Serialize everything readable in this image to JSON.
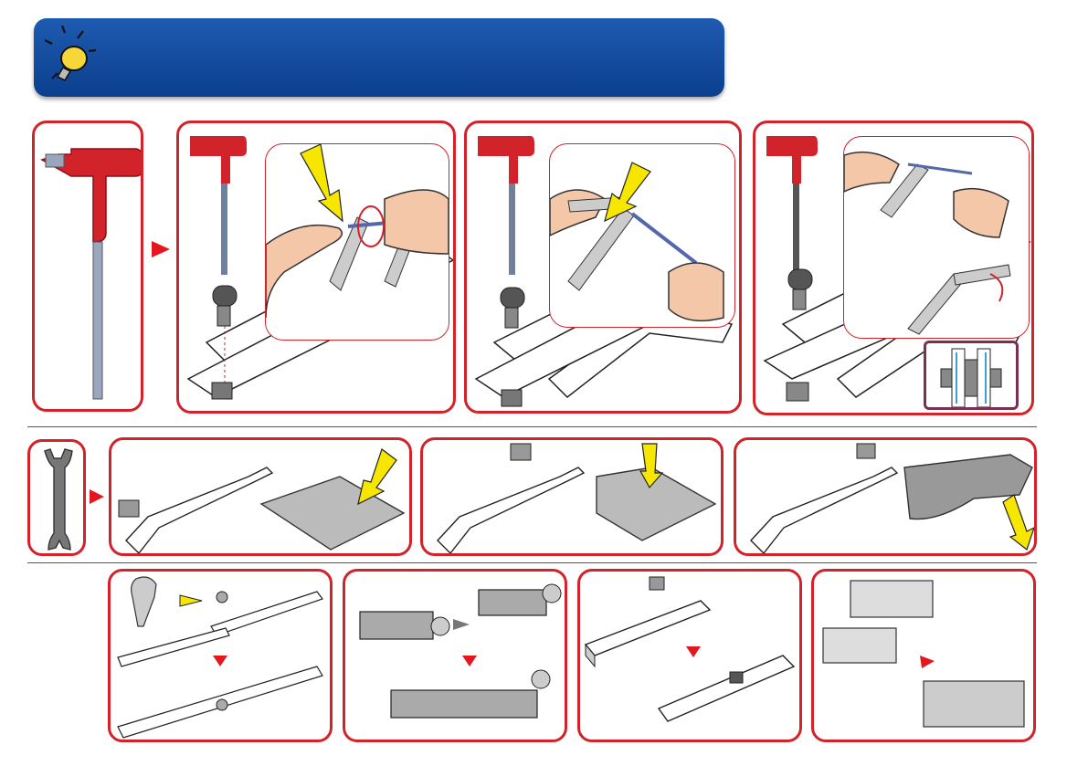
{
  "banner": {
    "title": "",
    "icon": "lightbulb-icon"
  },
  "colors": {
    "frame": "#d2232a",
    "banner": "#0d4595",
    "accent": "#f6e600",
    "tool_handle": "#d2232a"
  },
  "rows": [
    {
      "name": "allen-key-steps",
      "panels": 4
    },
    {
      "name": "spanner-steps",
      "panels": 3
    },
    {
      "name": "accessory-steps",
      "panels": 4
    }
  ]
}
